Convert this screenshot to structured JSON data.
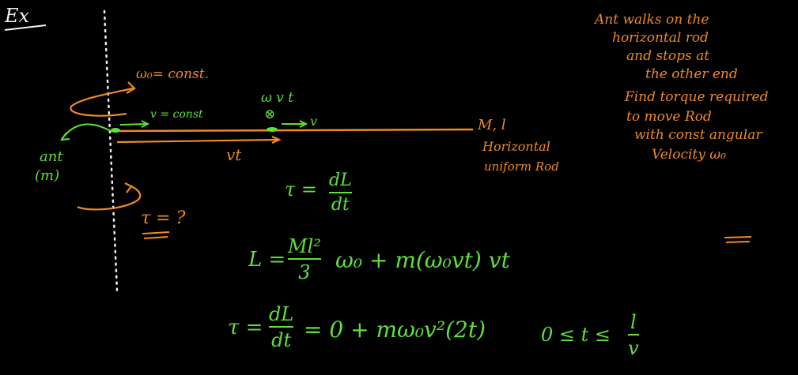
{
  "colors": {
    "background": "#000000",
    "white_ink": "#f2f2f2",
    "orange_ink": "#f08a22",
    "green_ink": "#5fe03a"
  },
  "heading": "Ex",
  "problem_text": {
    "lines": [
      "Ant walks on the",
      "horizontal rod",
      "and stops at",
      "the other end",
      "Find torque required",
      "to move Rod",
      "with const angular",
      "Velocity ω₀"
    ]
  },
  "diagram": {
    "omega_label": "ω₀= const.",
    "v_label": "v = const",
    "point_label": "ω v t",
    "point_v": "v",
    "into_page_symbol": "⊗",
    "rod_label": "M, l",
    "rod_desc_1": "Horizontal",
    "rod_desc_2": "uniform Rod",
    "vt_label": "vt",
    "ant_label": "ant",
    "ant_mass": "(m)",
    "tau_unknown": "τ = ?"
  },
  "equations": {
    "torque_def": {
      "lhs": "τ =",
      "num": "dL",
      "den": "dt"
    },
    "angular_momentum": {
      "lhs": "L =",
      "num": "Ml²",
      "den": "3",
      "rhs": "ω₀ + m(ω₀vt) vt"
    },
    "torque_result": {
      "lhs": "τ =",
      "num": "dL",
      "den": "dt",
      "rhs": "= 0 + mω₀v²(2t)"
    },
    "time_range": {
      "lhs": "0 ≤ t ≤",
      "num": "l",
      "den": "v"
    }
  }
}
